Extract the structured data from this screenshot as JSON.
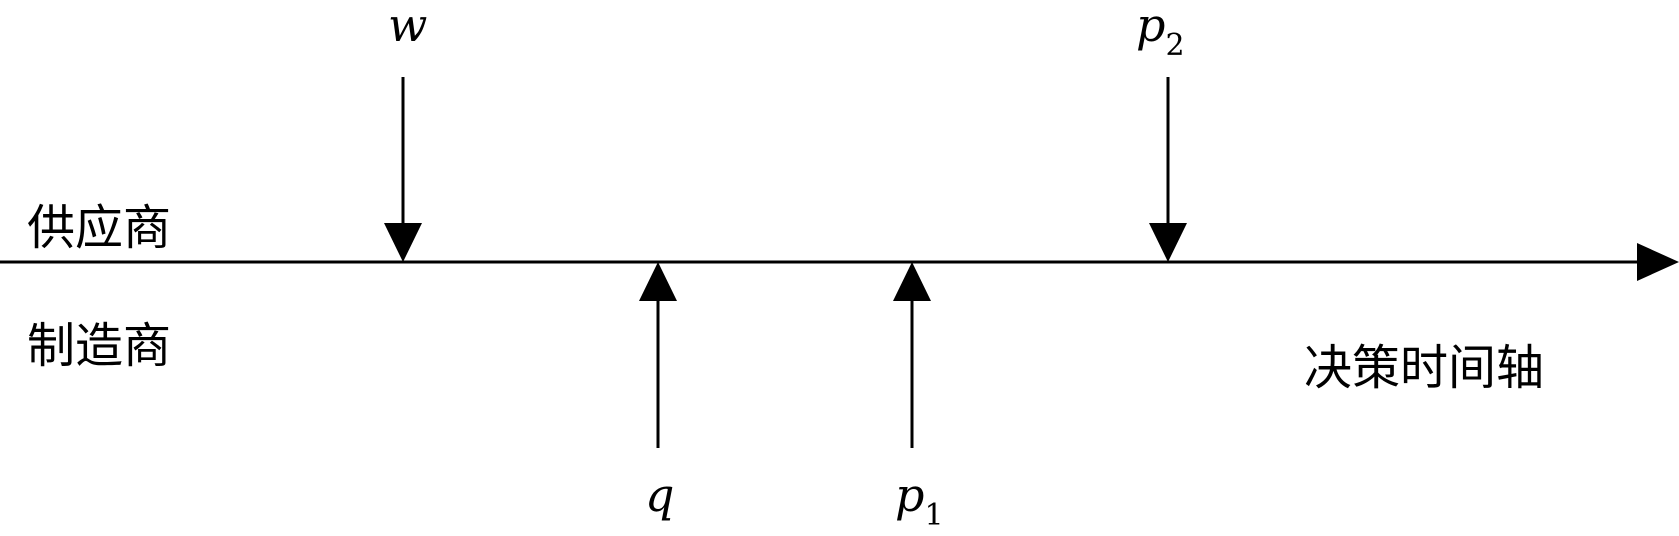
{
  "parties": {
    "supplier": "供应商",
    "manufacturer": "制造商"
  },
  "axis_label": "决策时间轴",
  "decisions": [
    {
      "var": "w",
      "sub": "",
      "party": "supplier",
      "order": 1
    },
    {
      "var": "q",
      "sub": "",
      "party": "manufacturer",
      "order": 2
    },
    {
      "var": "p",
      "sub": "1",
      "party": "manufacturer",
      "order": 3
    },
    {
      "var": "p",
      "sub": "2",
      "party": "supplier",
      "order": 4
    }
  ]
}
